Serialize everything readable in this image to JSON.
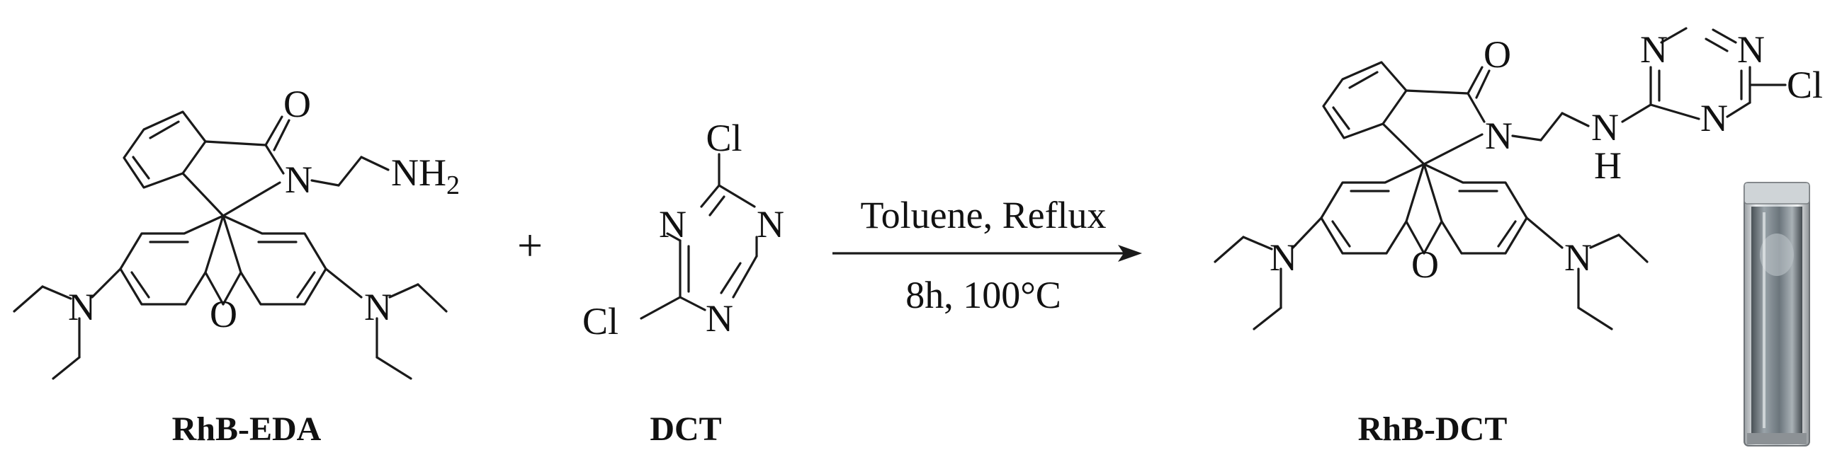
{
  "compounds": [
    {
      "id": "rhb-eda",
      "name": "RhB-EDA",
      "labels": {
        "carbonyl_o": "O",
        "lactam_n": "N",
        "amine": "NH",
        "amine_sub": "2",
        "left_n": "N",
        "right_n": "N",
        "ring_o": "O"
      }
    },
    {
      "id": "dct",
      "name": "DCT",
      "labels": {
        "cl_top": "Cl",
        "cl_left": "Cl",
        "n_right": "N",
        "n_left": "N",
        "n_bottom": "N"
      }
    },
    {
      "id": "rhb-dct",
      "name": "RhB-DCT",
      "labels": {
        "carbonyl_o": "O",
        "lactam_n": "N",
        "nh_n": "N",
        "nh_h": "H",
        "left_n": "N",
        "right_n": "N",
        "ring_o": "O",
        "tri_n1": "N",
        "tri_n2": "N",
        "tri_n3": "N",
        "tri_cl": "Cl"
      }
    }
  ],
  "operator": "+",
  "reaction": {
    "condition_top": "Toluene, Reflux",
    "condition_bottom": "8h, 100°C"
  },
  "colors": {
    "bond": "#1a1a1a",
    "cuvette_liquid": "#6f7a82",
    "background": "#ffffff"
  }
}
